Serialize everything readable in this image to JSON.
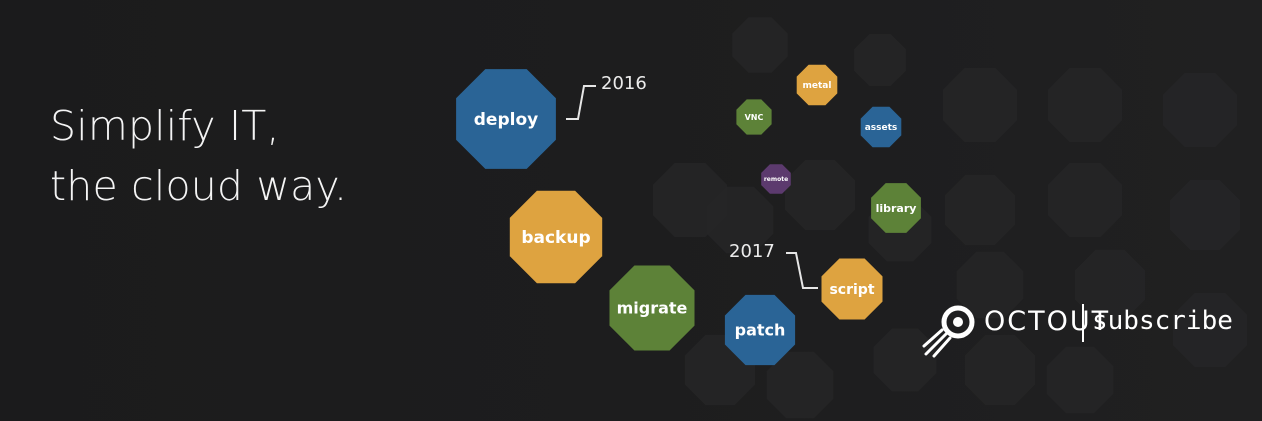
{
  "headline": {
    "line1": "Simplify IT,",
    "line2": "the cloud way."
  },
  "timeline": {
    "year_start": "2016",
    "year_end": "2017"
  },
  "hexes": [
    {
      "label": "deploy",
      "color": "#2a6496"
    },
    {
      "label": "backup",
      "color": "#dea340"
    },
    {
      "label": "migrate",
      "color": "#5d8238"
    },
    {
      "label": "patch",
      "color": "#2a6496"
    },
    {
      "label": "script",
      "color": "#dea340"
    },
    {
      "label": "library",
      "color": "#5d8238"
    },
    {
      "label": "assets",
      "color": "#2a6496"
    },
    {
      "label": "metal",
      "color": "#dea340"
    },
    {
      "label": "VNC",
      "color": "#5d8238"
    },
    {
      "label": "remote",
      "color": "#5c3a6e"
    }
  ],
  "brand": {
    "name": "OCTOUT",
    "action": "subscribe",
    "logo_icon": "rocket-o-icon"
  },
  "colors": {
    "background": "#1c1c1d",
    "text": "#f4f4f4",
    "ghost": "#262627"
  }
}
